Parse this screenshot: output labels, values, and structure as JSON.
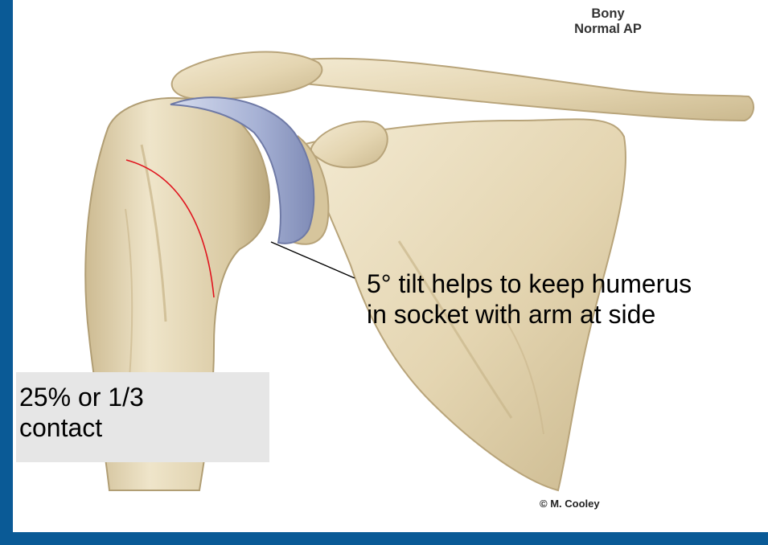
{
  "header": {
    "title_line1": "Bony",
    "title_line2": "Normal AP"
  },
  "annotation": {
    "tilt_text": "5° tilt helps to keep humerus in socket with arm at side"
  },
  "contact_box": {
    "line1": "25% or 1/3",
    "line2": "contact"
  },
  "copyright": "© M. Cooley",
  "colors": {
    "frame": "#0a5a96",
    "bone": "#e6d8b6",
    "cartilage": "#a9b4d6",
    "arc": "#e0141e"
  },
  "icons": [
    "shoulder-anatomy-illustration"
  ]
}
